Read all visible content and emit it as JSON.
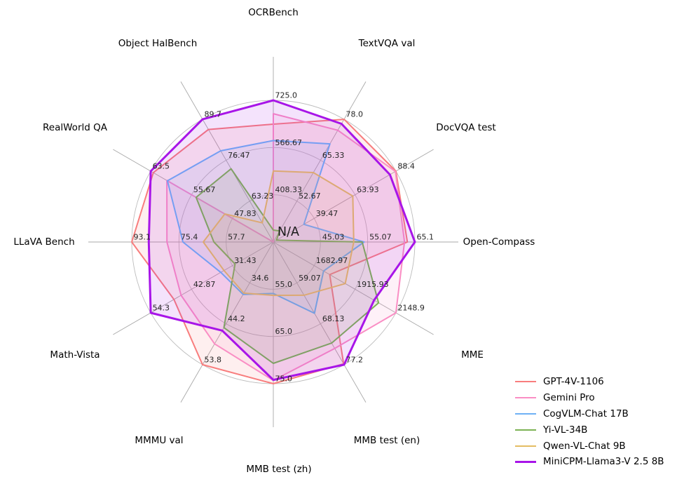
{
  "chart_data": {
    "type": "radar",
    "grid": true,
    "legend_position": "lower right",
    "center_label": "N/A",
    "axes": [
      {
        "label": "OCRBench",
        "min": 250,
        "max": 725,
        "ticks": [
          "408.33",
          "566.67",
          "725.0"
        ]
      },
      {
        "label": "TextVQA val",
        "min": 40,
        "max": 78,
        "ticks": [
          "52.67",
          "65.33",
          "78.0"
        ]
      },
      {
        "label": "DocVQA test",
        "min": 15,
        "max": 88.4,
        "ticks": [
          "39.47",
          "63.93",
          "88.4"
        ]
      },
      {
        "label": "Open-Compass",
        "min": 35,
        "max": 65.1,
        "ticks": [
          "45.03",
          "55.07",
          "65.1"
        ]
      },
      {
        "label": "MME",
        "min": 1450,
        "max": 2148.9,
        "ticks": [
          "1682.97",
          "1915.93",
          "2148.9"
        ]
      },
      {
        "label": "MMB test (en)",
        "min": 50,
        "max": 77.2,
        "ticks": [
          "59.07",
          "68.13",
          "77.2"
        ]
      },
      {
        "label": "MMB test (zh)",
        "min": 45,
        "max": 75,
        "ticks": [
          "55.0",
          "65.0",
          "75.0"
        ]
      },
      {
        "label": "MMMU val",
        "min": 25,
        "max": 53.8,
        "ticks": [
          "34.6",
          "44.2",
          "53.8"
        ]
      },
      {
        "label": "Math-Vista",
        "min": 20,
        "max": 54.3,
        "ticks": [
          "31.43",
          "42.87",
          "54.3"
        ]
      },
      {
        "label": "LLaVA Bench",
        "min": 40,
        "max": 93.1,
        "ticks": [
          "57.7",
          "75.4",
          "93.1"
        ]
      },
      {
        "label": "RealWorld QA",
        "min": 40,
        "max": 63.5,
        "ticks": [
          "47.83",
          "55.67",
          "63.5"
        ]
      },
      {
        "label": "Object HalBench",
        "min": 50,
        "max": 89.7,
        "ticks": [
          "63.23",
          "76.47",
          "89.7"
        ]
      }
    ],
    "series": [
      {
        "name": "GPT-4V-1106",
        "color": "#f87d7d",
        "line_width": 2,
        "values": [
          645,
          78.0,
          88.4,
          63.5,
          1771.5,
          77.0,
          75.0,
          53.8,
          47.8,
          93.1,
          63.0,
          86.4
        ]
      },
      {
        "name": "Gemini Pro",
        "color": "#fa8ec4",
        "line_width": 2,
        "values": [
          680,
          74.6,
          88.1,
          62.9,
          2148.9,
          73.6,
          74.3,
          48.9,
          45.8,
          79.9,
          60.4,
          "N/A"
        ]
      },
      {
        "name": "CogVLM-Chat 17B",
        "color": "#6fb1f5",
        "line_width": 2,
        "values": [
          590,
          70.4,
          33.3,
          54.3,
          1736.6,
          65.8,
          55.9,
          37.3,
          34.7,
          73.9,
          60.3,
          79.5
        ]
      },
      {
        "name": "Yi-VL-34B",
        "color": "#7cb354",
        "line_width": 2,
        "values": [
          290,
          43.4,
          16.9,
          53.9,
          2050.2,
          72.4,
          70.7,
          45.1,
          30.7,
          62.3,
          54.8,
          73.7
        ]
      },
      {
        "name": "Qwen-VL-Chat 9B",
        "color": "#e4bd63",
        "line_width": 2,
        "values": [
          488,
          61.5,
          62.6,
          52.1,
          1860.0,
          61.8,
          56.3,
          37.0,
          33.8,
          66.3,
          49.3,
          56.2
        ]
      },
      {
        "name": "MiniCPM-Llama3-V 2.5 8B",
        "color": "#a815e8",
        "line_width": 3,
        "values": [
          725,
          76.6,
          84.8,
          65.1,
          2024.6,
          77.2,
          74.2,
          45.8,
          54.3,
          86.7,
          63.5,
          89.7
        ]
      }
    ]
  }
}
